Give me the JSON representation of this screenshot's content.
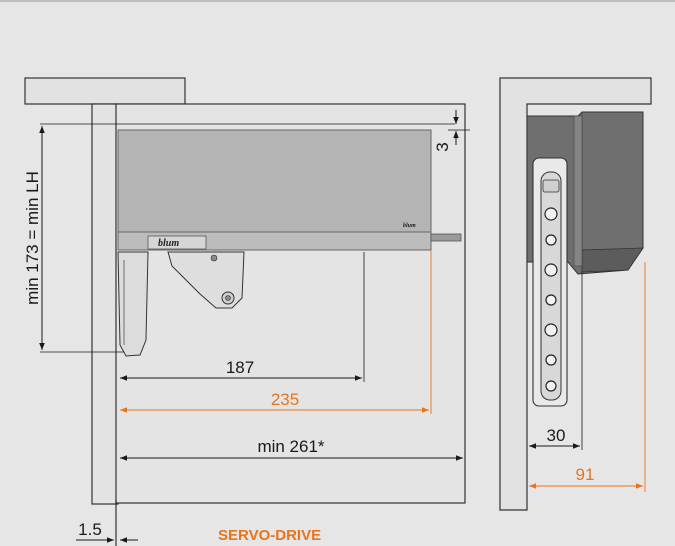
{
  "dimensions": {
    "height": "min 173 = min LH",
    "gap_top": "3",
    "d187": "187",
    "d235": "235",
    "d261": "min 261*",
    "d1_5": "1.5",
    "d30": "30",
    "d91": "91"
  },
  "caption": "SERVO-DRIVE",
  "brand": "blum",
  "colors": {
    "background": "#e6e6e6",
    "accent_orange": "#e8741c",
    "line_dark": "#1a1a1a",
    "unit_grey": "#b4b4b4",
    "dark_unit": "#6f6f6f"
  }
}
